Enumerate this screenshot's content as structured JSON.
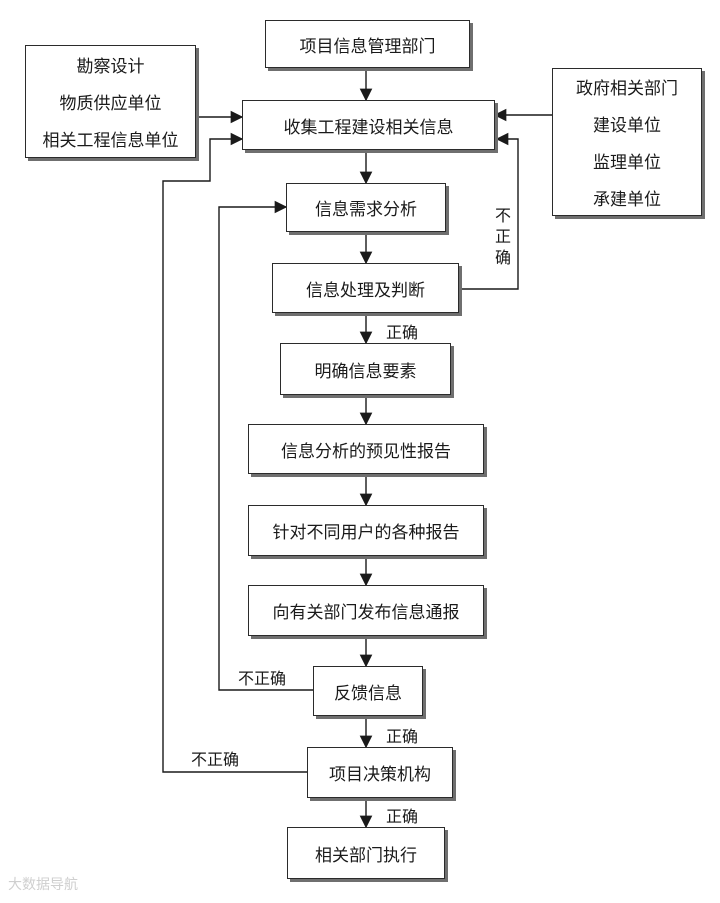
{
  "nodes": {
    "info_mgmt_dept": "项目信息管理部门",
    "left_sources": [
      "勘察设计",
      "物质供应单位",
      "相关工程信息单位"
    ],
    "collect_info": "收集工程建设相关信息",
    "right_sources": [
      "政府相关部门",
      "建设单位",
      "监理单位",
      "承建单位"
    ],
    "demand_analysis": "信息需求分析",
    "process_judge": "信息处理及判断",
    "clarify_elements": "明确信息要素",
    "predictive_report": "信息分析的预见性报告",
    "user_reports": "针对不同用户的各种报告",
    "publish_bulletin": "向有关部门发布信息通报",
    "feedback": "反馈信息",
    "decision_body": "项目决策机构",
    "execute": "相关部门执行"
  },
  "edge_labels": {
    "incorrect_vertical": "不正确",
    "correct_1": "正确",
    "incorrect_feedback": "不正确",
    "correct_2": "正确",
    "incorrect_decision": "不正确",
    "correct_3": "正确"
  },
  "watermark": "大数据导航",
  "colors": {
    "line": "#1a1a1a",
    "border": "#2b2b2b",
    "shadow": "#6f6f6f"
  }
}
